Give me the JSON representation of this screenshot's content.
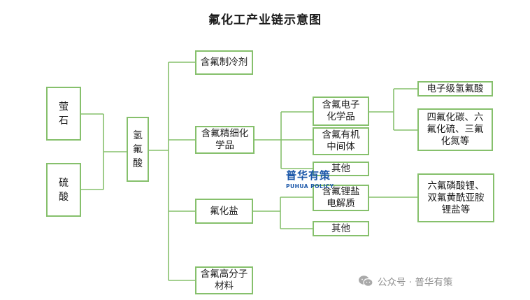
{
  "title": "氟化工产业链示意图",
  "nodes": {
    "yingshi": "萤\n石",
    "liusuan": "硫\n酸",
    "qingfusuan": "氢\n氟\n酸",
    "zhilengji": "含氟制冷剂",
    "jingxi": "含氟精细化\n学品",
    "fuhuayan": "氟化盐",
    "gaofenzi": "含氟高分子\n材料",
    "dianzi": "含氟电子\n化学品",
    "zhongjianti": "含氟有机\n中间体",
    "qita1": "其他",
    "dianjiezhi": "含氟锂盐\n电解质",
    "qita2": "其他",
    "dianzijiqfs": "电子级氢氟酸",
    "sifuhuatan": "四氟化碳、六\n氟化硫、三氟\n化氮等",
    "liufulinsuanli": "六氟磷酸锂、\n双氟黄酰亚胺\n锂盐等"
  },
  "watermark": {
    "cn": "普华有策",
    "en": "PUHUA POLICY"
  },
  "footer": {
    "text": "公众号 · 普华有策",
    "icon": "wechat-icon"
  },
  "colors": {
    "border": "#86c06c",
    "line": "#86c06c",
    "watermark": "#1b57a9",
    "footer": "#8f8f8f"
  }
}
